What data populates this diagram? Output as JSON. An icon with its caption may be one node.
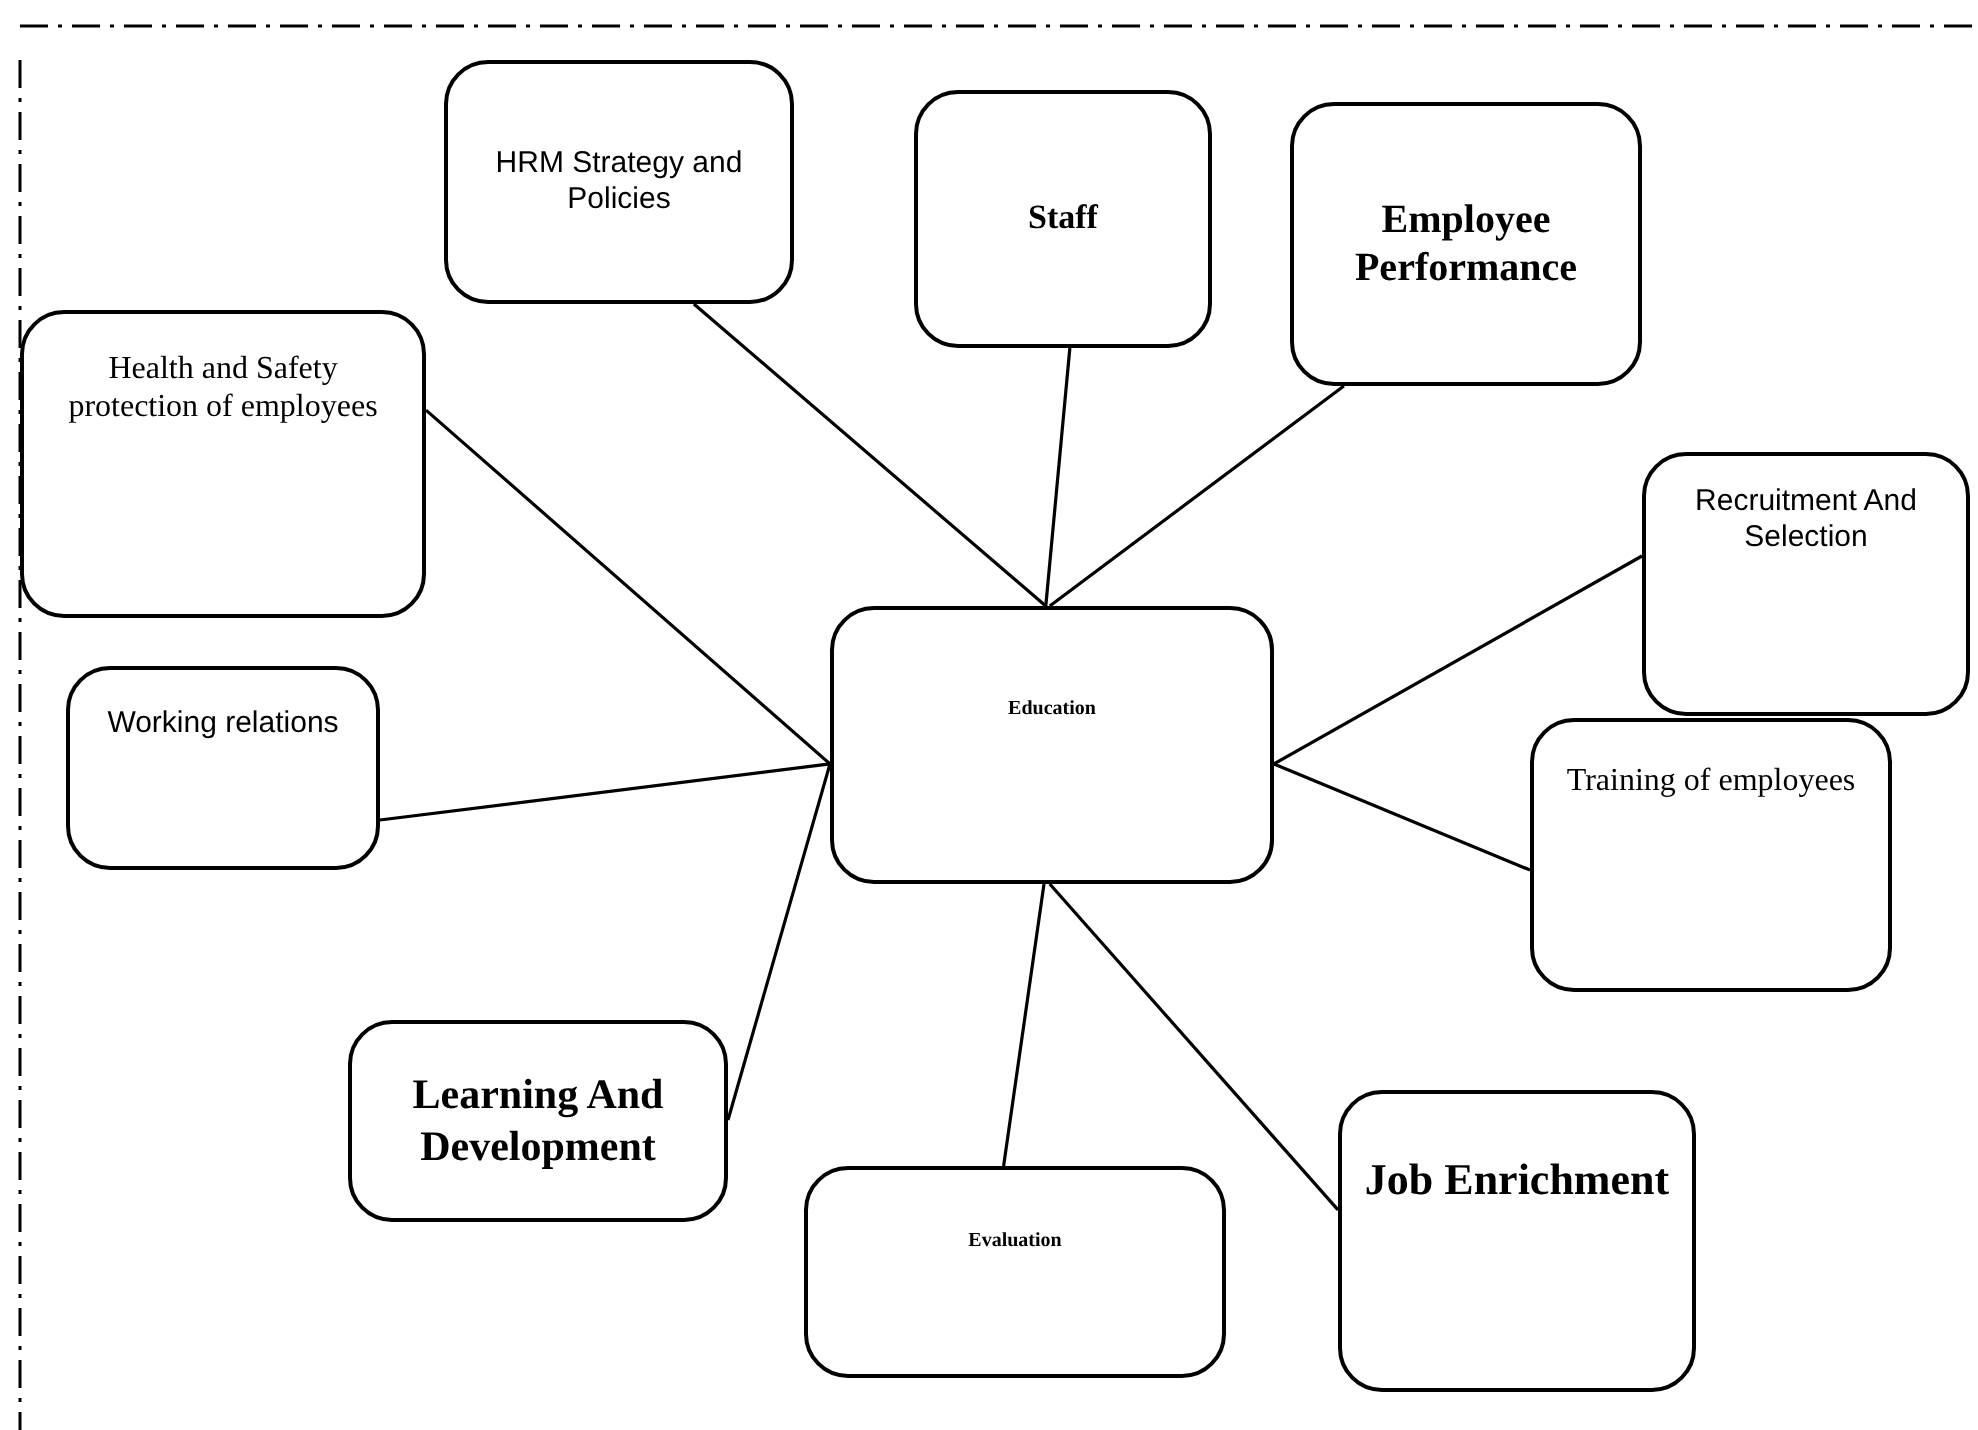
{
  "diagram": {
    "nodes": [
      {
        "text": [
          "HRM Strategy and Policies"
        ]
      },
      {
        "text": [
          "Staff"
        ]
      },
      {
        "text": [
          "Employee Performance"
        ]
      },
      {
        "text": [
          "Health and Safety protection of employees"
        ]
      },
      {
        "text": [
          "Recruitment And Selection"
        ]
      },
      {
        "text": [
          "Education"
        ]
      },
      {
        "text": [
          "Working relations"
        ]
      },
      {
        "text": [
          "Training of employees"
        ]
      },
      {
        "text": [
          "Learning And Development"
        ]
      },
      {
        "text": [
          "Job Enrichment"
        ]
      },
      {
        "text": [
          "Evaluation"
        ]
      }
    ],
    "edges": [
      {
        "from": 5,
        "to": 0,
        "arrow": "none"
      },
      {
        "from": 5,
        "to": 1,
        "arrow": "none"
      },
      {
        "from": 5,
        "to": 2,
        "arrow": "none"
      },
      {
        "from": 5,
        "to": 3,
        "arrow": "none"
      },
      {
        "from": 5,
        "to": 4,
        "arrow": "none"
      },
      {
        "from": 5,
        "to": 6,
        "arrow": "none"
      },
      {
        "from": 5,
        "to": 7,
        "arrow": "none"
      },
      {
        "from": 5,
        "to": 8,
        "arrow": "none"
      },
      {
        "from": 5,
        "to": 9,
        "arrow": "none"
      },
      {
        "from": 5,
        "to": 10,
        "arrow": "none"
      }
    ]
  }
}
